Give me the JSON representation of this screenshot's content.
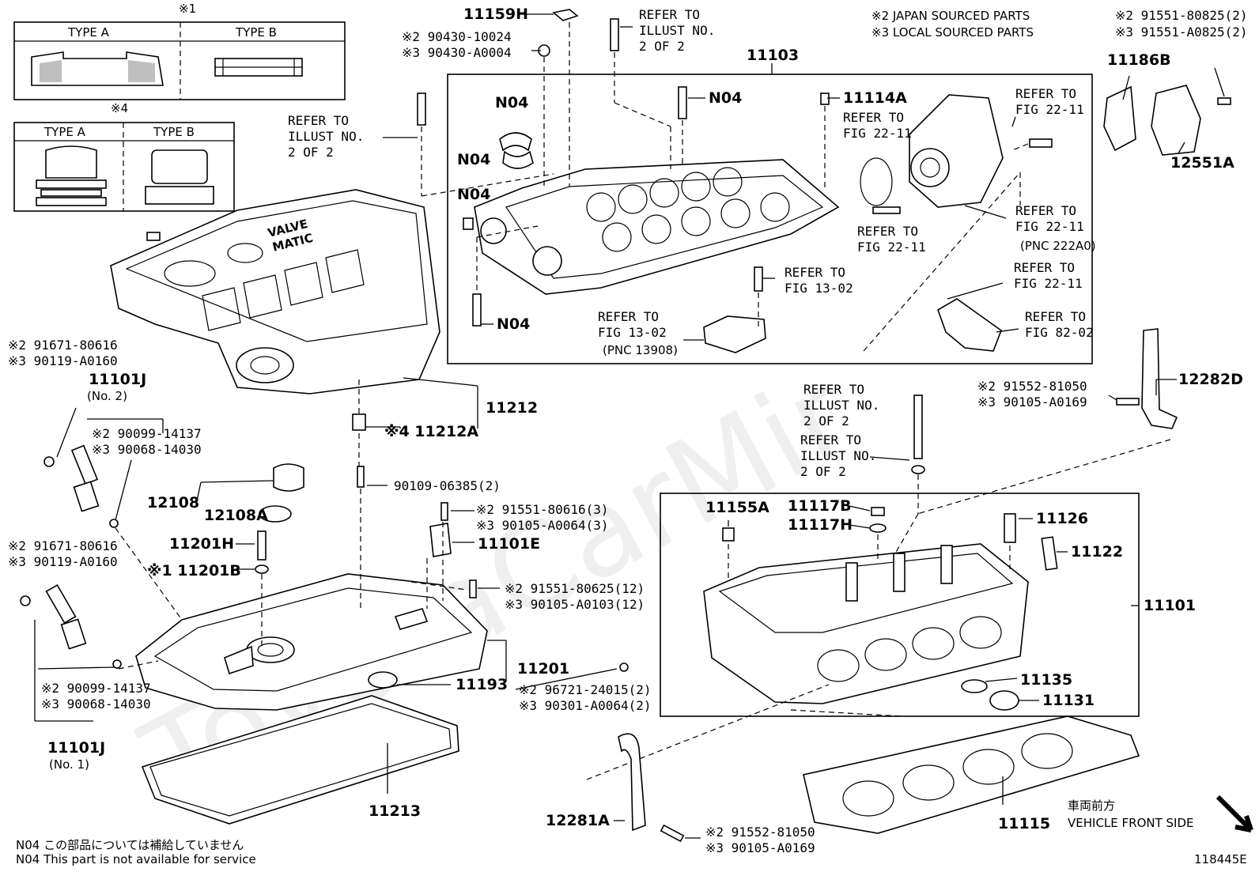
{
  "watermark": "ToyotaCarMir",
  "inset_type": {
    "mark": "※1",
    "type_a": "TYPE A",
    "type_b": "TYPE B"
  },
  "inset_plug": {
    "mark": "※4",
    "type_a": "TYPE A",
    "type_b": "TYPE B"
  },
  "legend": {
    "japan": "※2 JAPAN SOURCED PARTS",
    "local": "※3 LOCAL SOURCED PARTS"
  },
  "valve_cover_text": [
    "VALVE",
    "MATIC"
  ],
  "labels": {
    "l11159H": "11159H",
    "ref_top_1": "REFER TO",
    "ref_top_2": "ILLUST NO.",
    "ref_top_3": "2 OF 2",
    "p90430_2": "※2 90430-10024",
    "p90430_3": "※3 90430-A0004",
    "l11103": "11103",
    "p91551_80825": "※2 91551-80825(2)",
    "p91551_A0825": "※3 91551-A0825(2)",
    "l11186B": "11186B",
    "l12551A": "12551A",
    "ref_left_1": "REFER TO",
    "ref_left_2": "ILLUST NO.",
    "ref_left_3": "2 OF 2",
    "n04_a": "N04",
    "n04_b": "N04",
    "n04_c": "N04",
    "n04_d": "N04",
    "n04_e": "N04",
    "l11114A": "11114A",
    "ref2211_a1": "REFER TO",
    "ref2211_a2": "FIG 22-11",
    "ref2211_b1": "REFER TO",
    "ref2211_b2": "FIG 22-11",
    "ref2211_c1": "REFER TO",
    "ref2211_c2": "FIG 22-11",
    "ref2211_d1": "REFER TO",
    "ref2211_d2": "FIG 22-11",
    "pnc222a0": "(PNC 222A0)",
    "ref2211_e1": "REFER TO",
    "ref2211_e2": "FIG 22-11",
    "ref1302_a1": "REFER TO",
    "ref1302_a2": "FIG 13-02",
    "ref1302_b1": "REFER TO",
    "ref1302_b2": "FIG 13-02",
    "pnc13908": "(PNC 13908)",
    "ref8202_1": "REFER TO",
    "ref8202_2": "FIG 82-02",
    "p91671_2_top": "※2 91671-80616",
    "p90119_3_top": "※3 90119-A0160",
    "l11101J_no2": "11101J",
    "no2": "(No. 2)",
    "p90099_2_top": "※2 90099-14137",
    "p90068_3_top": "※3 90068-14030",
    "l11212": "11212",
    "l11212A": "※4 11212A",
    "l12108": "12108",
    "l12108A": "12108A",
    "p90109": "90109-06385(2)",
    "p91551_80616": "※2 91551-80616(3)",
    "p90105_A0064": "※3 90105-A0064(3)",
    "l11101E": "11101E",
    "l11201H": "11201H",
    "l11201B": "※1 11201B",
    "p91671_2_bot": "※2 91671-80616",
    "p90119_3_bot": "※3 90119-A0160",
    "p91551_80625": "※2 91551-80625(12)",
    "p90105_A0103": "※3 90105-A0103(12)",
    "l11201": "11201",
    "l11193": "11193",
    "p90099_2_bot": "※2 90099-14137",
    "p90068_3_bot": "※3 90068-14030",
    "l11101J_no1": "11101J",
    "no1": "(No. 1)",
    "l11213": "11213",
    "p96721": "※2 96721-24015(2)",
    "p90301": "※3 90301-A0064(2)",
    "ref_mid_a1": "REFER TO",
    "ref_mid_a2": "ILLUST NO.",
    "ref_mid_a3": "2 OF 2",
    "ref_mid_b1": "REFER TO",
    "ref_mid_b2": "ILLUST NO.",
    "ref_mid_b3": "2 OF 2",
    "p91552_81050_r": "※2 91552-81050",
    "p90105_A0169_r": "※3 90105-A0169",
    "l12282D": "12282D",
    "l11155A": "11155A",
    "l11117B": "11117B",
    "l11117H": "11117H",
    "l11126": "11126",
    "l11122": "11122",
    "l11101": "11101",
    "l11135": "11135",
    "l11131": "11131",
    "l12281A": "12281A",
    "p91552_81050_b": "※2 91552-81050",
    "p90105_A0169_b": "※3 90105-A0169",
    "l11115": "11115",
    "front_jp": "車両前方",
    "front_en": "VEHICLE FRONT SIDE",
    "fig_no": "118445E"
  },
  "footnotes": {
    "jp": "N04  この部品については補給していません",
    "en": "N04  This part is not available for service"
  }
}
